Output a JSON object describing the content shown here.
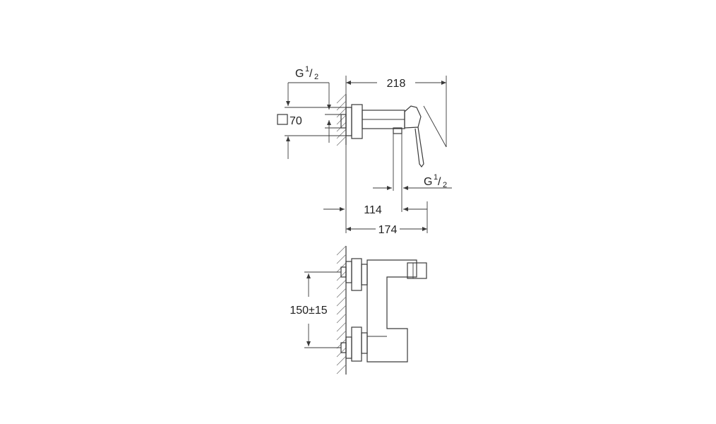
{
  "dimensions": {
    "width_total": "218",
    "projection_a": "114",
    "projection_b": "174",
    "rosette": "70",
    "centers": "150±15"
  },
  "threads": {
    "inlet": {
      "main": "G",
      "sup": "1",
      "sub": "2"
    },
    "outlet": {
      "main": "G",
      "sup": "1",
      "sub": "2"
    }
  },
  "icons": {
    "square_symbol": "square-icon"
  }
}
